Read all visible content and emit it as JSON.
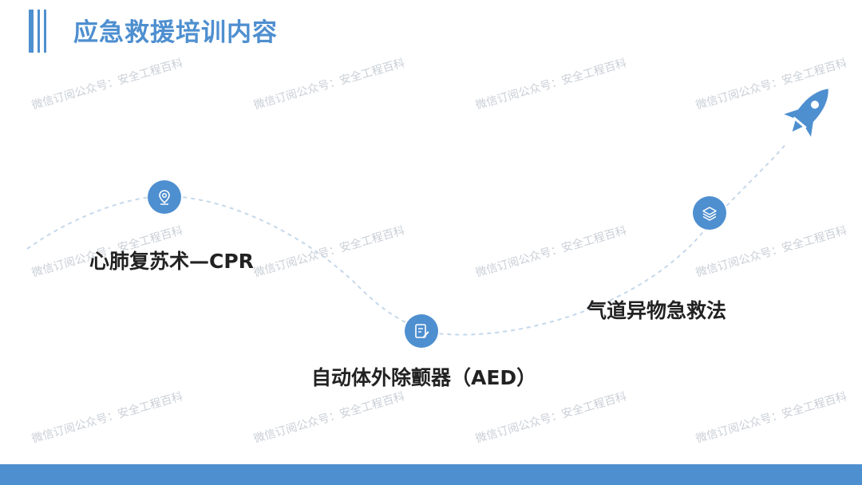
{
  "header": {
    "title": "应急救援培训内容"
  },
  "watermark": {
    "text": "微信订阅公众号：安全工程百科"
  },
  "steps": [
    {
      "label": "心肺复苏术—CPR",
      "icon": "location-pin-icon"
    },
    {
      "label": "自动体外除颤器（AED）",
      "icon": "document-edit-icon"
    },
    {
      "label": "气道异物急救法",
      "icon": "layers-icon"
    }
  ],
  "end_icon": "rocket-icon",
  "colors": {
    "accent": "#4e8fd0",
    "text": "#222222",
    "watermark": "#c9cfd6",
    "path": "#c5d8ea"
  }
}
